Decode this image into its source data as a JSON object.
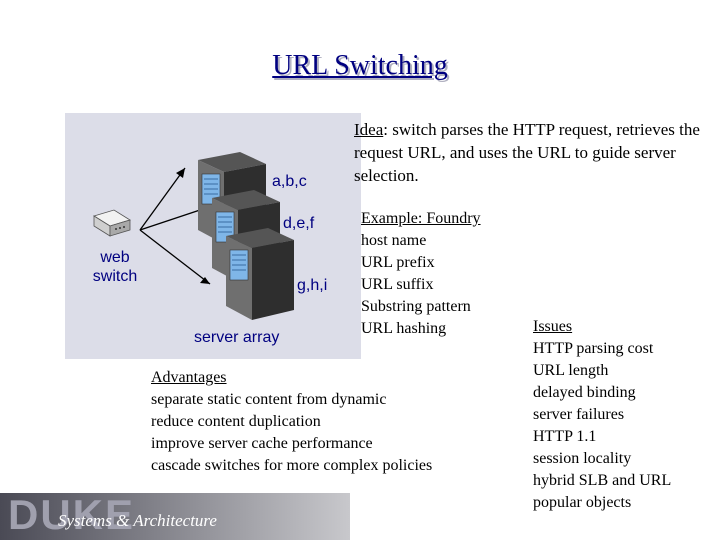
{
  "title": "URL Switching",
  "diagram": {
    "server_labels": [
      "a,b,c",
      "d,e,f",
      "g,h,i"
    ],
    "switch_label_line1": "web",
    "switch_label_line2": "switch",
    "array_label": "server array",
    "icons": {
      "switch": "network-switch-icon",
      "server": "server-tower-icon"
    },
    "colors": {
      "panel": "#dcdde8",
      "label": "#000080"
    }
  },
  "idea": {
    "heading": "Idea",
    "text": ": switch parses the HTTP request, retrieves the request URL, and uses the URL to guide server selection."
  },
  "example": {
    "heading": "Example: Foundry",
    "items": [
      "host name",
      "URL prefix",
      "URL suffix",
      "Substring pattern",
      "URL hashing"
    ]
  },
  "advantages": {
    "heading": "Advantages",
    "items": [
      "separate static content from dynamic",
      "reduce content duplication",
      "improve server cache performance",
      "cascade switches for more complex policies"
    ]
  },
  "issues": {
    "heading": "Issues",
    "items": [
      "HTTP parsing cost",
      "URL length",
      "delayed binding",
      "server failures",
      "HTTP 1.1",
      "session locality",
      "hybrid SLB and URL",
      "popular objects"
    ]
  },
  "footer": {
    "logo": "DUKE",
    "subtitle": "Systems & Architecture"
  },
  "colors": {
    "title": "#000080",
    "text": "#000000"
  }
}
